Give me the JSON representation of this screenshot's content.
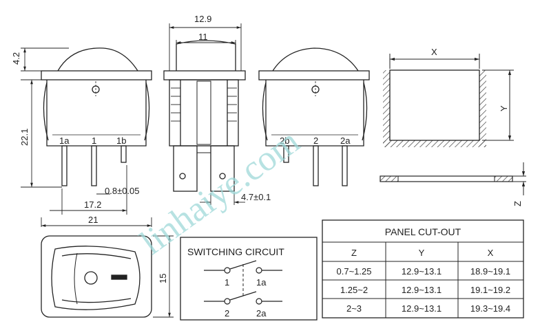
{
  "dimensions": {
    "width_total": "12.9",
    "width_inner": "11",
    "rocker_height": "4.2",
    "body_height": "22.1",
    "pin_thickness": "0.8±0.05",
    "pin_pitch": "17.2",
    "terminal_gap": "4.7±0.1",
    "top_width": "21",
    "top_height": "15"
  },
  "pins_left": [
    "1a",
    "1",
    "1b"
  ],
  "pins_right": [
    "2b",
    "2",
    "2a"
  ],
  "cutout": {
    "x_label": "X",
    "y_label": "Y",
    "z_label": "Z"
  },
  "switching_circuit": {
    "title": "SWITCHING CIRCUIT",
    "labels": [
      "1",
      "1a",
      "2",
      "2a"
    ]
  },
  "panel_table": {
    "title": "PANEL CUT-OUT",
    "headers": [
      "Z",
      "Y",
      "X"
    ],
    "rows": [
      [
        "0.7~1.25",
        "12.9~13.1",
        "18.9~19.1"
      ],
      [
        "1.25~2",
        "12.9~13.1",
        "19.1~19.2"
      ],
      [
        "2~3",
        "12.9~13.1",
        "19.3~19.4"
      ]
    ]
  },
  "watermark": "linhaiye.com"
}
